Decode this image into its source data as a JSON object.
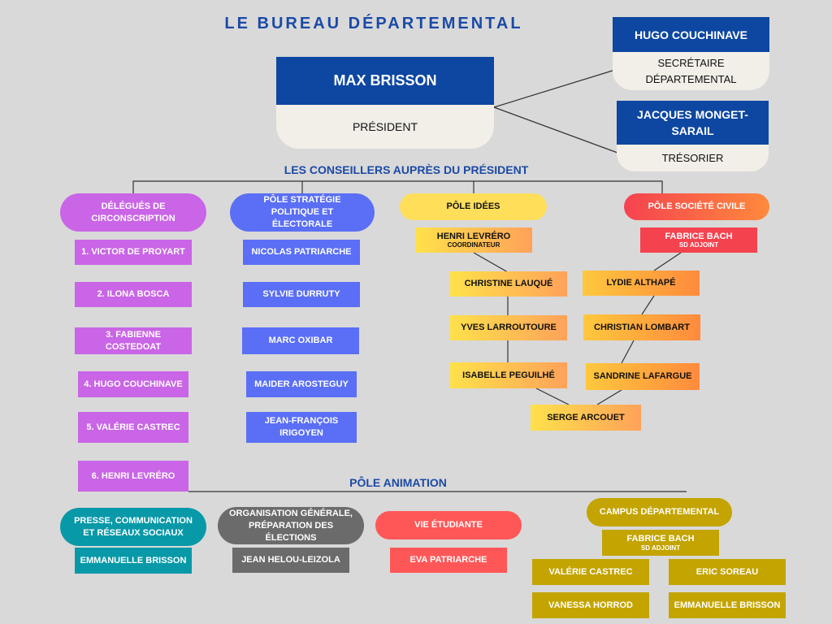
{
  "title": "LE BUREAU DÉPARTEMENTAL",
  "president": {
    "name": "MAX BRISSON",
    "role": "PRÉSIDENT"
  },
  "secretary": {
    "name": "HUGO COUCHINAVE",
    "role": "SECRÉTAIRE DÉPARTEMENTAL"
  },
  "treasurer": {
    "name": "JACQUES MONGET-SARAIL",
    "role": "TRÉSORIER"
  },
  "conseillers_title": "LES CONSEILLERS AUPRÈS DU PRÉSIDENT",
  "delegues": {
    "title": "DÉLÉGUÉS DE CIRCONSCRIPTION",
    "members": [
      "1.  VICTOR DE PROYART",
      "2. ILONA BOSCA",
      "3. FABIENNE COSTEDOAT",
      "4. HUGO COUCHINAVE",
      "5. VALÉRIE CASTREC",
      "6. HENRI LEVRÉRO"
    ]
  },
  "strategie": {
    "title": "PÔLE STRATÉGIE POLITIQUE ET ÉLECTORALE",
    "members": [
      "NICOLAS PATRIARCHE",
      "SYLVIE DURRUTY",
      "MARC OXIBAR",
      "MAIDER AROSTEGUY",
      "JEAN-FRANÇOIS IRIGOYEN"
    ]
  },
  "idees": {
    "title": "PÔLE IDÉES",
    "coordinator": "HENRI LEVRÉRO",
    "coordinator_role": "COORDINATEUR",
    "members": [
      "CHRISTINE LAUQUÉ",
      "YVES LARROUTOURE",
      "ISABELLE PEGUILHÉ"
    ]
  },
  "societe": {
    "title": "PÔLE SOCIÉTÉ CIVILE",
    "lead": "FABRICE BACH",
    "lead_role": "SD ADJOINT",
    "members": [
      "LYDIE ALTHAPÉ",
      "CHRISTIAN LOMBART",
      "SANDRINE LAFARGUE"
    ]
  },
  "shared_member": "SERGE ARCOUET",
  "animation_title": "PÔLE ANIMATION",
  "presse": {
    "title": "PRESSE, COMMUNICATION ET RÉSEAUX SOCIAUX",
    "member": "EMMANUELLE BRISSON"
  },
  "organisation": {
    "title": "ORGANISATION GÉNÉRALE, PRÉPARATION DES ÉLECTIONS",
    "member": "JEAN HELOU-LEIZOLA"
  },
  "vie": {
    "title": "VIE ÉTUDIANTE",
    "member": "EVA PATRIARCHE"
  },
  "campus": {
    "title": "CAMPUS DÉPARTEMENTAL",
    "lead": "FABRICE BACH",
    "lead_role": "SD ADJOINT",
    "members": [
      "VALÉRIE CASTREC",
      "ERIC SOREAU",
      "VANESSA HORROD",
      "EMMANUELLE BRISSON"
    ]
  }
}
